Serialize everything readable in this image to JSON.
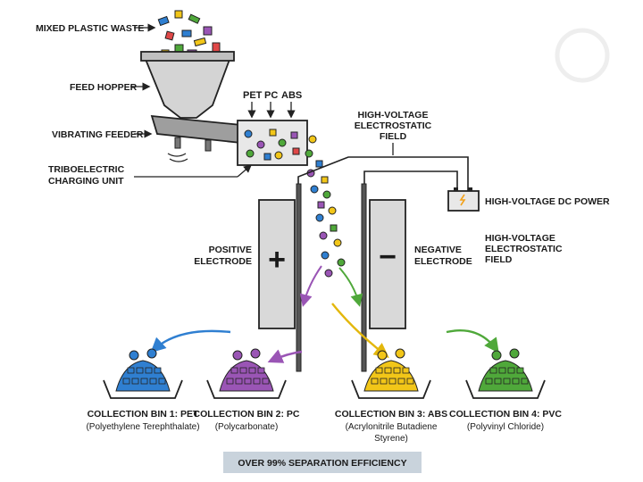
{
  "labels": {
    "mixed_waste": "MIXED PLASTIC WASTE",
    "feed_hopper": "FEED HOPPER",
    "vibrating_feeder": "VIBRATING FEEDER",
    "tribo_line1": "TRIBOELECTRIC",
    "tribo_line2": "CHARGING UNIT",
    "pet": "PET",
    "pc": "PC",
    "abs": "ABS",
    "hv_field_top_l1": "HIGH-VOLTAGE",
    "hv_field_top_l2": "ELECTROSTATIC",
    "hv_field_top_l3": "FIELD",
    "dc_power": "HIGH-VOLTAGE DC POWER",
    "hv_field_right_l1": "HIGH-VOLTAGE",
    "hv_field_right_l2": "ELECTROSTATIC",
    "hv_field_right_l3": "FIELD",
    "pos_l1": "POSITIVE",
    "pos_l2": "ELECTRODE",
    "neg_l1": "NEGATIVE",
    "neg_l2": "ELECTRODE",
    "plus_sign": "+",
    "minus_sign": "−"
  },
  "bins": [
    {
      "title": "COLLECTION BIN 1: PET",
      "sub1": "(Polyethylene Terephthalate)",
      "sub2": "",
      "color": "#2f7fd1"
    },
    {
      "title": "COLLECTION BIN 2: PC",
      "sub1": "(Polycarbonate)",
      "sub2": "",
      "color": "#9a55b5"
    },
    {
      "title": "COLLECTION BIN 3: ABS",
      "sub1": "(Acrylonitrile Butadiene",
      "sub2": "Styrene)",
      "color": "#f2c618"
    },
    {
      "title": "COLLECTION BIN 4: PVC",
      "sub1": "(Polyvinyl Chloride)",
      "sub2": "",
      "color": "#4fa83a"
    }
  ],
  "footer": "OVER 99% SEPARATION EFFICIENCY",
  "colors": {
    "pet": "#2f7fd1",
    "pc": "#9a55b5",
    "abs": "#f2c618",
    "pvc": "#4fa83a",
    "footer_bg": "#c9d3dc",
    "electrode": "#d9d9d9"
  }
}
